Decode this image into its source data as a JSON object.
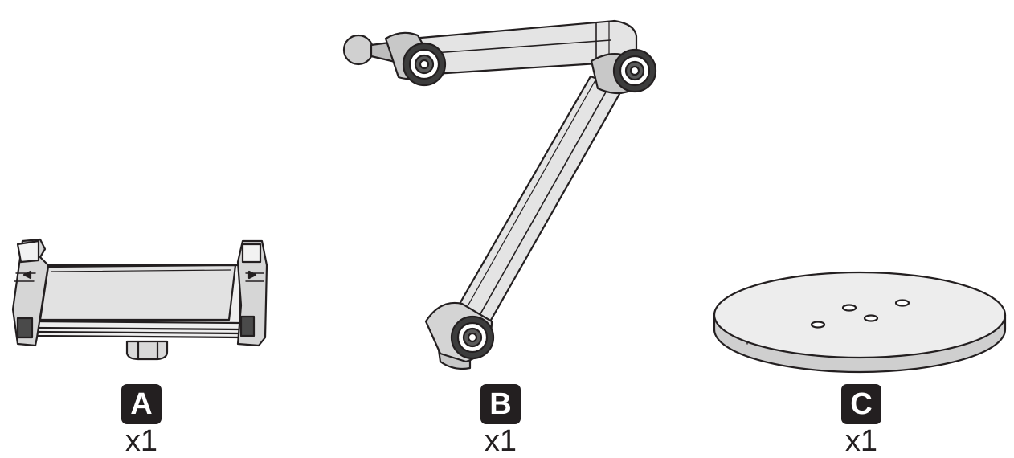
{
  "parts": [
    {
      "letter": "A",
      "quantity": "x1",
      "depicts": "tablet-holder-clamp"
    },
    {
      "letter": "B",
      "quantity": "x1",
      "depicts": "articulated-arm"
    },
    {
      "letter": "C",
      "quantity": "x1",
      "depicts": "round-base-plate"
    }
  ],
  "colors": {
    "ink": "#231f20",
    "fill_light": "#e6e6e6",
    "fill_mid": "#bdbdbd",
    "fill_dark": "#4a4a4a",
    "badge_bg": "#231f20",
    "badge_text": "#ffffff"
  }
}
